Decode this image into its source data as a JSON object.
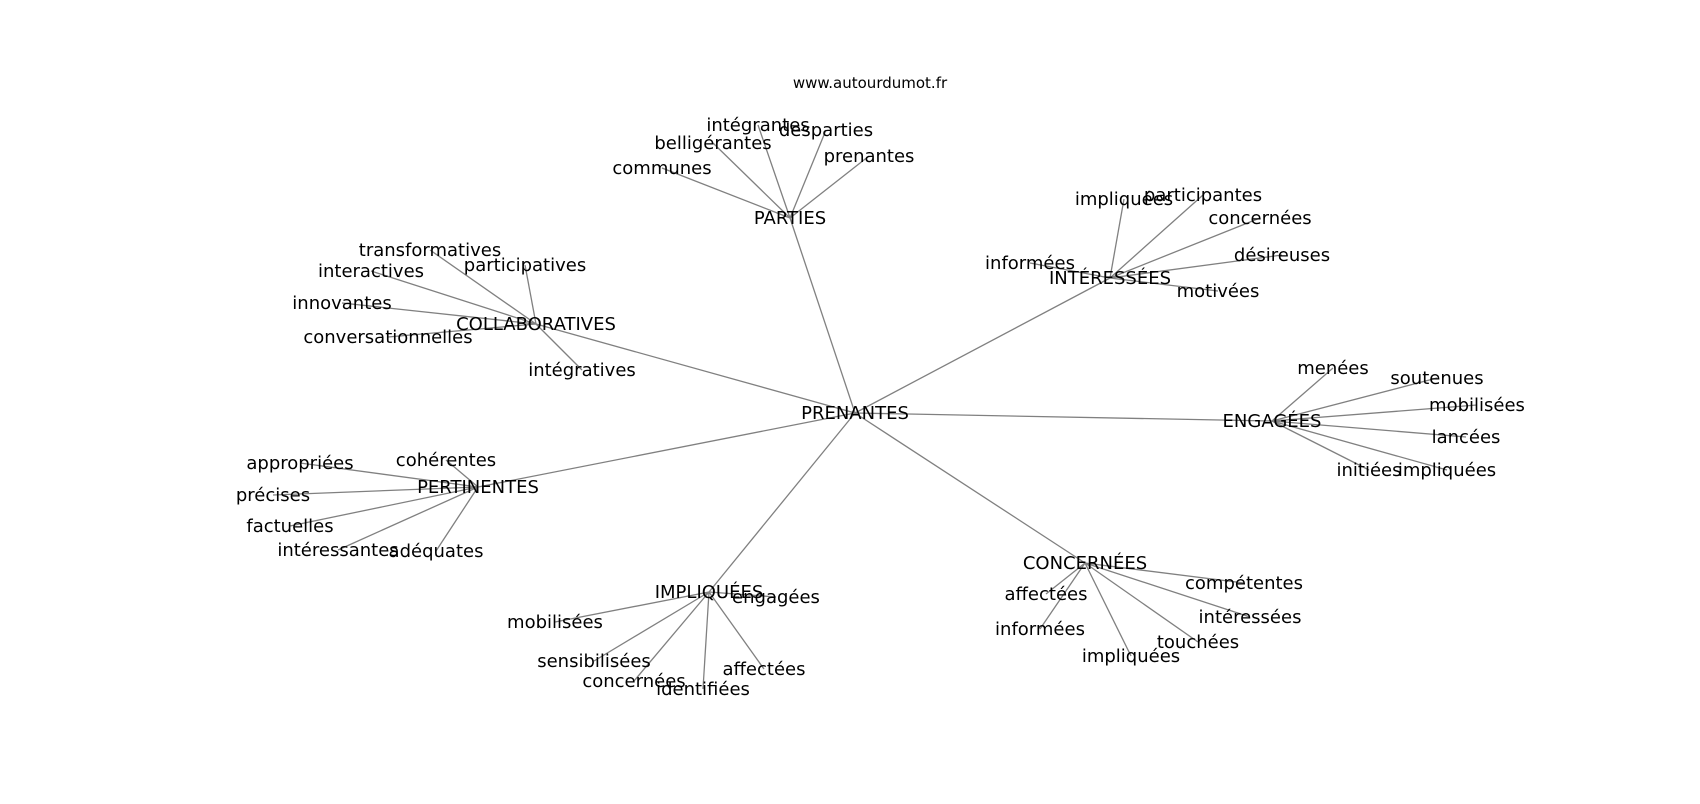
{
  "site_url": "www.autourdumot.fr",
  "colors": {
    "edge": "#808080",
    "text": "#000000",
    "background": "#ffffff"
  },
  "root": {
    "id": "root",
    "label": "PRENANTES"
  },
  "clusters": [
    {
      "id": "parties",
      "label": "PARTIES",
      "leaves": [
        "intégrantes",
        "desparties",
        "belligérantes",
        "prenantes",
        "communes"
      ]
    },
    {
      "id": "interessees",
      "label": "INTÉRESSÉES",
      "leaves": [
        "impliquées",
        "participantes",
        "concernées",
        "désireuses",
        "informées",
        "motivées"
      ]
    },
    {
      "id": "collaboratives",
      "label": "COLLABORATIVES",
      "leaves": [
        "transformatives",
        "interactives",
        "participatives",
        "innovantes",
        "conversationnelles",
        "intégratives"
      ]
    },
    {
      "id": "engagees",
      "label": "ENGAGÉES",
      "leaves": [
        "menées",
        "soutenues",
        "mobilisées",
        "lancées",
        "initiées",
        "impliquées"
      ]
    },
    {
      "id": "pertinentes",
      "label": "PERTINENTES",
      "leaves": [
        "appropriées",
        "cohérentes",
        "précises",
        "factuelles",
        "intéressantes",
        "adéquates"
      ]
    },
    {
      "id": "concernees",
      "label": "CONCERNÉES",
      "leaves": [
        "compétentes",
        "affectées",
        "intéressées",
        "informées",
        "touchées",
        "impliquées"
      ]
    },
    {
      "id": "impliquees",
      "label": "IMPLIQUÉES",
      "leaves": [
        "engagées",
        "mobilisées",
        "sensibilisées",
        "affectées",
        "concernées",
        "identifiées"
      ]
    }
  ]
}
